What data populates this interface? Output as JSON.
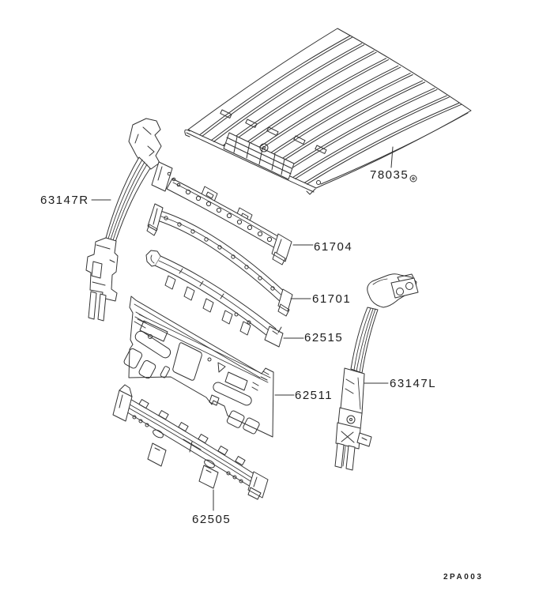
{
  "figure": {
    "sheet_code": "2PA003",
    "parts": [
      {
        "label": "63147R"
      },
      {
        "label": "78035"
      },
      {
        "label": "61704"
      },
      {
        "label": "61701"
      },
      {
        "label": "62515"
      },
      {
        "label": "62511"
      },
      {
        "label": "63147L"
      },
      {
        "label": "62505"
      }
    ]
  }
}
